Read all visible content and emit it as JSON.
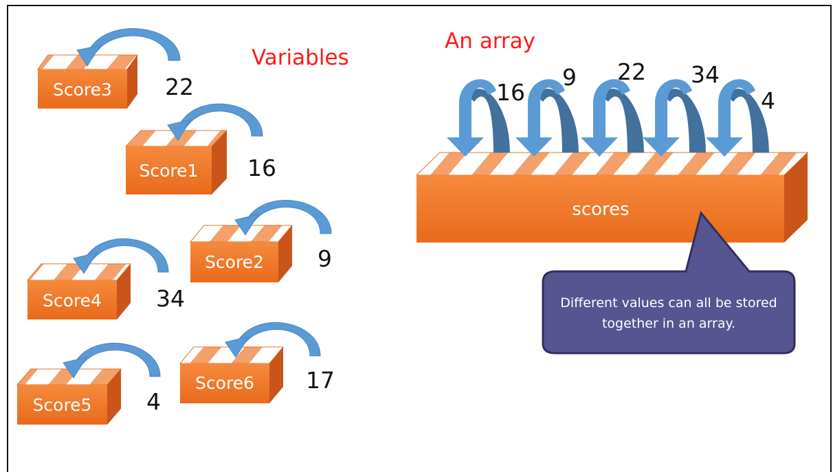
{
  "labels": {
    "variables_title": "Variables",
    "array_title": "An array",
    "array_name": "scores",
    "callout_text": "Different values can all be stored together in an array."
  },
  "variables": [
    {
      "name": "Score3",
      "value": "22"
    },
    {
      "name": "Score1",
      "value": "16"
    },
    {
      "name": "Score2",
      "value": "9"
    },
    {
      "name": "Score4",
      "value": "34"
    },
    {
      "name": "Score5",
      "value": "4"
    },
    {
      "name": "Score6",
      "value": "17"
    }
  ],
  "array_values": [
    "16",
    "9",
    "22",
    "34",
    "4"
  ],
  "colors": {
    "box_front": "#f0782a",
    "box_side": "#c9551a",
    "box_top": "#f4a06b",
    "arrow": "#5b9bd5",
    "arrow_dark": "#41719c",
    "title_red": "#ff1a1a",
    "callout_fill": "#565591",
    "callout_border": "#2f2f5e"
  }
}
